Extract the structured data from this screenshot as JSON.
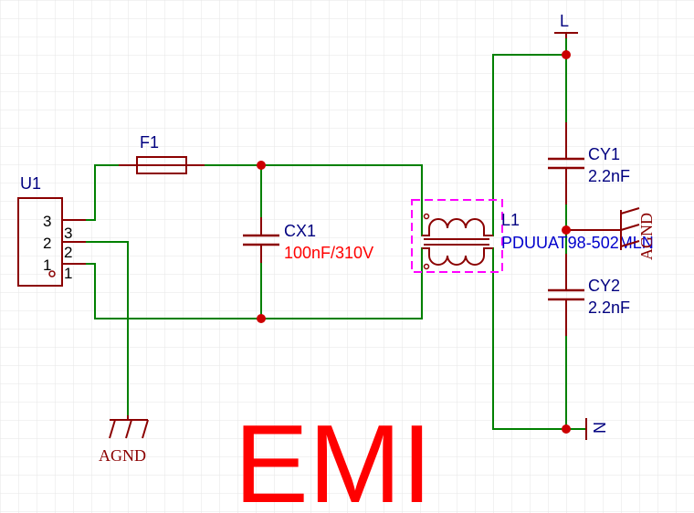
{
  "title": "EMI",
  "colors": {
    "wire": "#008000",
    "component": "#8b0000",
    "designator": "#000080",
    "value_red": "#ff0000",
    "value_blue": "#0000cc",
    "junction": "#cc0000",
    "title": "#ff0000",
    "highlight": "#ff00ff",
    "grid": "#e6e6e6"
  },
  "components": {
    "u1": {
      "designator": "U1",
      "pins": [
        "3",
        "2",
        "1"
      ],
      "pin_numbers": [
        "3",
        "2",
        "1"
      ]
    },
    "f1": {
      "designator": "F1"
    },
    "cx1": {
      "designator": "CX1",
      "value": "100nF/310V"
    },
    "l1": {
      "designator": "L1",
      "value": "PDUUAT98-502MLN"
    },
    "cy1": {
      "designator": "CY1",
      "value": "2.2nF"
    },
    "cy2": {
      "designator": "CY2",
      "value": "2.2nF"
    }
  },
  "nets": {
    "agnd_left": "AGND",
    "agnd_right": "AGND",
    "line": "L",
    "neutral": "N"
  }
}
